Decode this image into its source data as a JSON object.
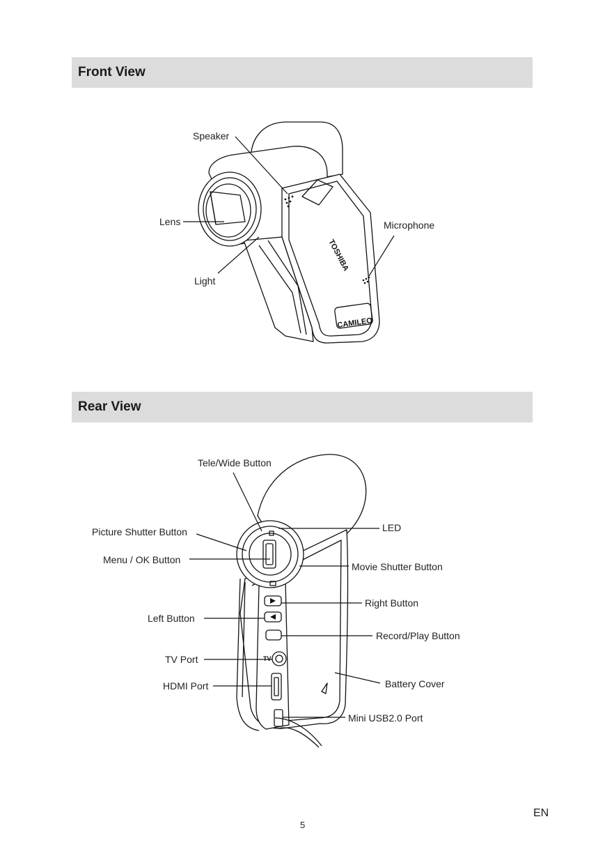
{
  "front": {
    "title": "Front View",
    "labels": {
      "speaker": "Speaker",
      "lens": "Lens",
      "microphone": "Microphone",
      "light": "Light"
    },
    "brand_text": "TOSHIBA",
    "model_text": "CAMILEO"
  },
  "rear": {
    "title": "Rear View",
    "labels": {
      "tele_wide": "Tele/Wide Button",
      "picture_shutter": "Picture Shutter Button",
      "menu_ok": "Menu / OK Button",
      "led": "LED",
      "movie_shutter": "Movie Shutter Button",
      "right_button": "Right Button",
      "left_button": "Left Button",
      "record_play": "Record/Play Button",
      "tv_port": "TV Port",
      "hdmi_port": "HDMI Port",
      "battery_cover": "Battery Cover",
      "mini_usb": "Mini USB2.0 Port"
    },
    "tv_text": "TV"
  },
  "footer": {
    "language": "EN",
    "page_number": "5"
  }
}
